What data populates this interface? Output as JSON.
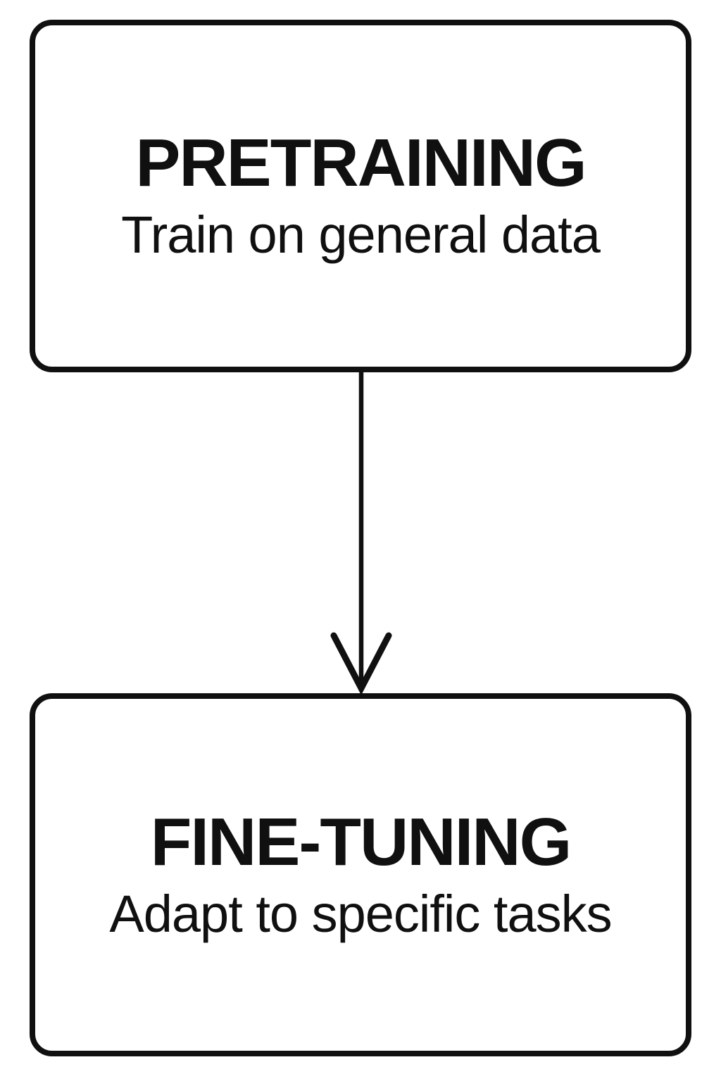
{
  "diagram": {
    "background_color": "#ffffff",
    "stroke_color": "#101010",
    "text_color": "#101010",
    "nodes": [
      {
        "title": "PRETRAINING",
        "subtitle": "Train on general data"
      },
      {
        "title": "FINE-TUNING",
        "subtitle": "Adapt to specific tasks"
      }
    ],
    "connector": {
      "from": "PRETRAINING",
      "to": "FINE-TUNING",
      "direction": "down",
      "style": "open-chevron-arrow"
    }
  }
}
